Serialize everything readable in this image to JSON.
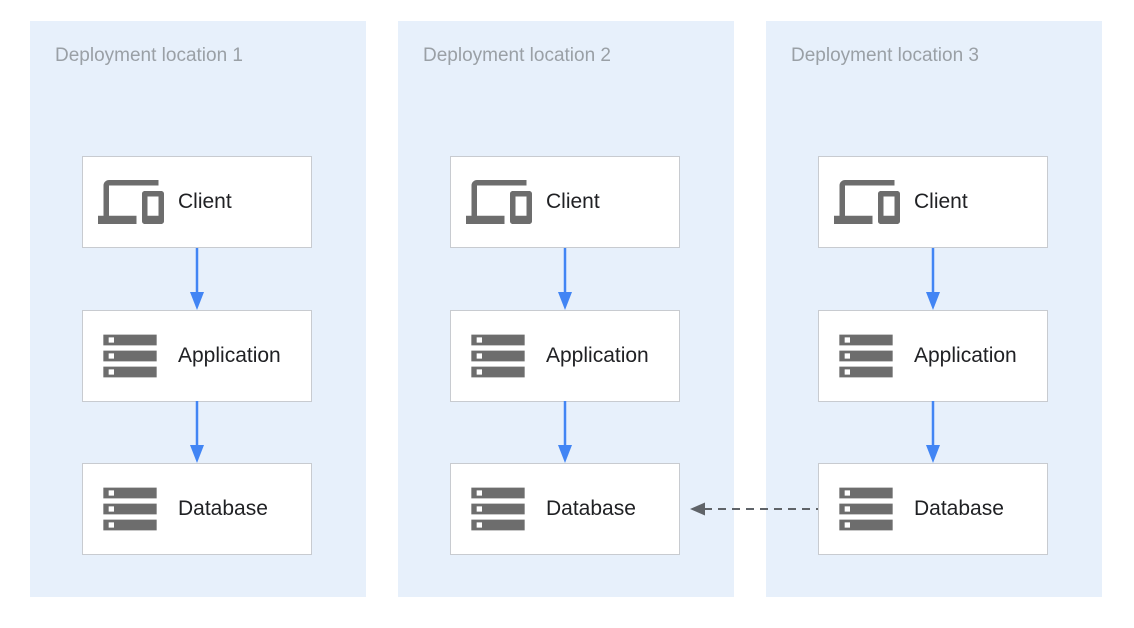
{
  "locations": [
    {
      "title": "Deployment location 1",
      "nodes": [
        {
          "label": "Client",
          "icon": "devices-icon"
        },
        {
          "label": "Application",
          "icon": "server-stack-icon"
        },
        {
          "label": "Database",
          "icon": "server-stack-icon"
        }
      ]
    },
    {
      "title": "Deployment location 2",
      "nodes": [
        {
          "label": "Client",
          "icon": "devices-icon"
        },
        {
          "label": "Application",
          "icon": "server-stack-icon"
        },
        {
          "label": "Database",
          "icon": "server-stack-icon"
        }
      ]
    },
    {
      "title": "Deployment location 3",
      "nodes": [
        {
          "label": "Client",
          "icon": "devices-icon"
        },
        {
          "label": "Application",
          "icon": "server-stack-icon"
        },
        {
          "label": "Database",
          "icon": "server-stack-icon"
        }
      ]
    }
  ],
  "connections": {
    "within_each_location": [
      {
        "from": "Client",
        "to": "Application",
        "style": "solid",
        "direction": "down"
      },
      {
        "from": "Application",
        "to": "Database",
        "style": "solid",
        "direction": "down"
      }
    ],
    "cross_location": [
      {
        "from": "Deployment location 3 Database",
        "to": "Deployment location 2 Database",
        "style": "dashed",
        "direction": "left"
      }
    ]
  },
  "colors": {
    "canvas_background": "#ffffff",
    "panel_background": "#e7f0fb",
    "node_background": "#ffffff",
    "node_border": "#c8cbd0",
    "icon_gray": "#6d6d6d",
    "node_label_text": "#202124",
    "panel_title_text": "#9aa0a6",
    "flow_arrow_blue": "#4285f4",
    "replication_arrow_gray": "#5f6368"
  }
}
